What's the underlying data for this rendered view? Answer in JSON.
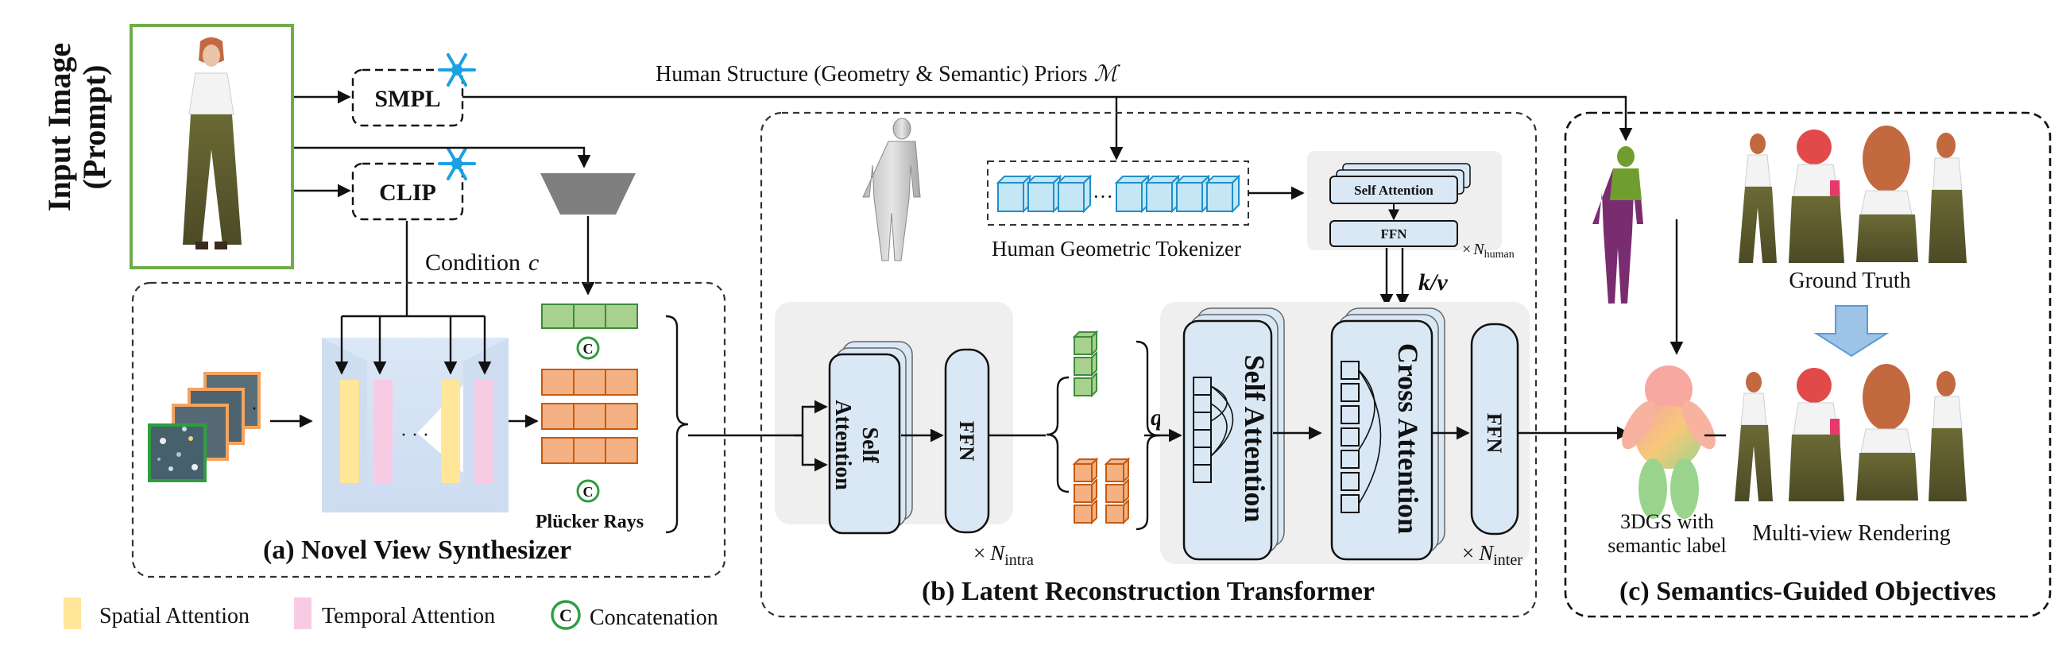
{
  "input": {
    "title_line1": "Input Image",
    "title_line2": "(Prompt)"
  },
  "encoders": {
    "smpl": "SMPL",
    "clip": "CLIP",
    "frozen_icon": "snowflake-icon"
  },
  "priors_label": "Human Structure (Geometry & Semantic) Priors",
  "priors_symbol": "ℳ",
  "condition_label": "Condition",
  "condition_symbol": "c",
  "panel_a": {
    "title": "(a) Novel View Synthesizer",
    "plucker_label": "Plücker Rays",
    "concat_symbol": "C",
    "ellipsis": "· · ·"
  },
  "legend": {
    "spatial": "Spatial Attention",
    "temporal": "Temporal Attention",
    "concat": "Concatenation",
    "concat_symbol": "C"
  },
  "panel_b": {
    "title": "(b) Latent Reconstruction Transformer",
    "tokenizer_label": "Human Geometric Tokenizer",
    "small_self_attention": "Self Attention",
    "small_ffn": "FFN",
    "n_human_prefix": "×",
    "n_human_symbol": "N",
    "n_human_sub": "human",
    "intra_self_attention_l1": "Self",
    "intra_self_attention_l2": "Attention",
    "intra_ffn": "FFN",
    "n_intra_prefix": "×",
    "n_intra_symbol": "N",
    "n_intra_sub": "intra",
    "q_label": "q",
    "kv_label": "k/v",
    "inter_self_attention": "Self Attention",
    "inter_cross_attention": "Cross Attention",
    "inter_ffn": "FFN",
    "n_inter_prefix": "×",
    "n_inter_symbol": "N",
    "n_inter_sub": "inter"
  },
  "panel_c": {
    "title": "(c) Semantics-Guided Objectives",
    "ground_truth": "Ground Truth",
    "gs_label_l1": "3DGS with",
    "gs_label_l2": "semantic label",
    "render_label": "Multi-view Rendering"
  },
  "colors": {
    "input_border": "#70ad47",
    "spatial_attention": "#ffe699",
    "temporal_attention": "#f8cbe4",
    "token_green": "#a9d18e",
    "token_orange": "#f4b183",
    "token_blue": "#c5e6f5",
    "attention_block": "#dae8f5",
    "panel_bg": "#efefef"
  }
}
